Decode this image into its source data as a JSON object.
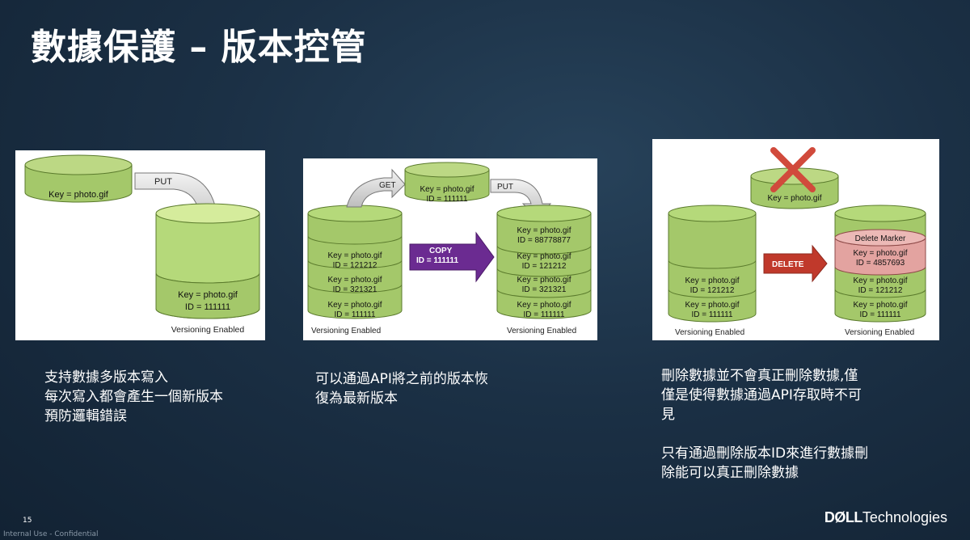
{
  "title": "數據保護 – 版本控管",
  "diagram1": {
    "source_key": "Key = photo.gif",
    "arrow": "PUT",
    "bucket_key": "Key = photo.gif",
    "bucket_id": "ID = 111111",
    "caption": "Versioning  Enabled"
  },
  "diagram2": {
    "get_label": "GET",
    "put_label": "PUT",
    "copy_label": "COPY",
    "copy_id": "ID = 111111",
    "mid_key": "Key = photo.gif",
    "mid_id": "ID = 111111",
    "left_stack": [
      {
        "key": "Key = photo.gif",
        "id": "ID = 121212"
      },
      {
        "key": "Key = photo.gif",
        "id": "ID = 321321"
      },
      {
        "key": "Key = photo.gif",
        "id": "ID = 111111"
      }
    ],
    "right_stack": [
      {
        "key": "Key = photo.gif",
        "id": "ID = 88778877"
      },
      {
        "key": "Key = photo.gif",
        "id": "ID = 121212"
      },
      {
        "key": "Key = photo.gif",
        "id": "ID = 321321"
      },
      {
        "key": "Key = photo.gif",
        "id": "ID = 111111"
      }
    ],
    "caption_left": "Versioning  Enabled",
    "caption_right": "Versioning  Enabled"
  },
  "diagram3": {
    "deleted_key": "Key = photo.gif",
    "delete_label": "DELETE",
    "left_stack": [
      {
        "key": "Key = photo.gif",
        "id": "ID = 121212"
      },
      {
        "key": "Key = photo.gif",
        "id": "ID = 111111"
      }
    ],
    "marker": "Delete Marker",
    "marker_key": "Key = photo.gif",
    "marker_id": "ID = 4857693",
    "right_stack": [
      {
        "key": "Key = photo.gif",
        "id": "ID = 121212"
      },
      {
        "key": "Key = photo.gif",
        "id": "ID = 111111"
      }
    ],
    "caption_left": "Versioning  Enabled",
    "caption_right": "Versioning  Enabled"
  },
  "desc1": [
    "支持數據多版本寫入",
    "每次寫入都會產生一個新版本",
    "預防邏輯錯誤"
  ],
  "desc2": [
    "可以通過API將之前的版本恢",
    "復為最新版本"
  ],
  "desc3a": [
    "刪除數據並不會真正刪除數據,僅",
    "僅是使得數據通過API存取時不可",
    "見"
  ],
  "desc3b": [
    "只有通過刪除版本ID來進行數據刪",
    "除能可以真正刪除數據"
  ],
  "page_number": "15",
  "footer": "Internal Use - Confidential",
  "logo": {
    "brand": "DØLL",
    "suffix": "Technologies"
  },
  "colors": {
    "cyl_fill": "#a4c86a",
    "cyl_top": "#bcd884",
    "cyl_stroke": "#5a7a2c",
    "tall_top": "#d5ec9c",
    "copy_arrow": "#6b2b91",
    "delete_arrow": "#c0392b",
    "marker_fill": "#e3a3a0",
    "x_mark": "#d14a3c"
  }
}
